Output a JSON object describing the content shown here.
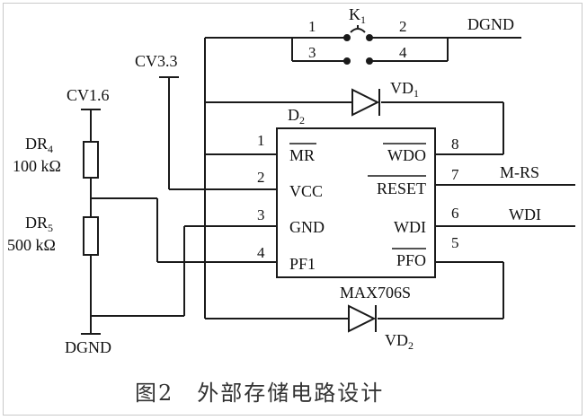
{
  "caption": "图2　外部存储电路设计",
  "nets": {
    "dgnd_top": "DGND",
    "dgnd_bottom": "DGND",
    "cv33": "CV3.3",
    "cv16": "CV1.6",
    "mrs": "M-RS",
    "wdi": "WDI"
  },
  "switch": {
    "name": "K",
    "sub": "1",
    "pins": [
      "1",
      "2",
      "3",
      "4"
    ]
  },
  "ic": {
    "name": "D",
    "sub": "2",
    "part": "MAX706S",
    "left_pins": [
      {
        "num": "1",
        "label": "MR",
        "overline": true
      },
      {
        "num": "2",
        "label": "VCC",
        "overline": false
      },
      {
        "num": "3",
        "label": "GND",
        "overline": false
      },
      {
        "num": "4",
        "label": "PF1",
        "overline": false
      }
    ],
    "right_pins": [
      {
        "num": "8",
        "label": "WDO",
        "overline": true
      },
      {
        "num": "7",
        "label": "RESET",
        "overline": true
      },
      {
        "num": "6",
        "label": "WDI",
        "overline": false
      },
      {
        "num": "5",
        "label": "PFO",
        "overline": true
      }
    ]
  },
  "diodes": [
    {
      "name": "VD",
      "sub": "1"
    },
    {
      "name": "VD",
      "sub": "2"
    }
  ],
  "resistors": [
    {
      "name": "DR",
      "sub": "4",
      "value": "100 kΩ"
    },
    {
      "name": "DR",
      "sub": "5",
      "value": "500 kΩ"
    }
  ]
}
